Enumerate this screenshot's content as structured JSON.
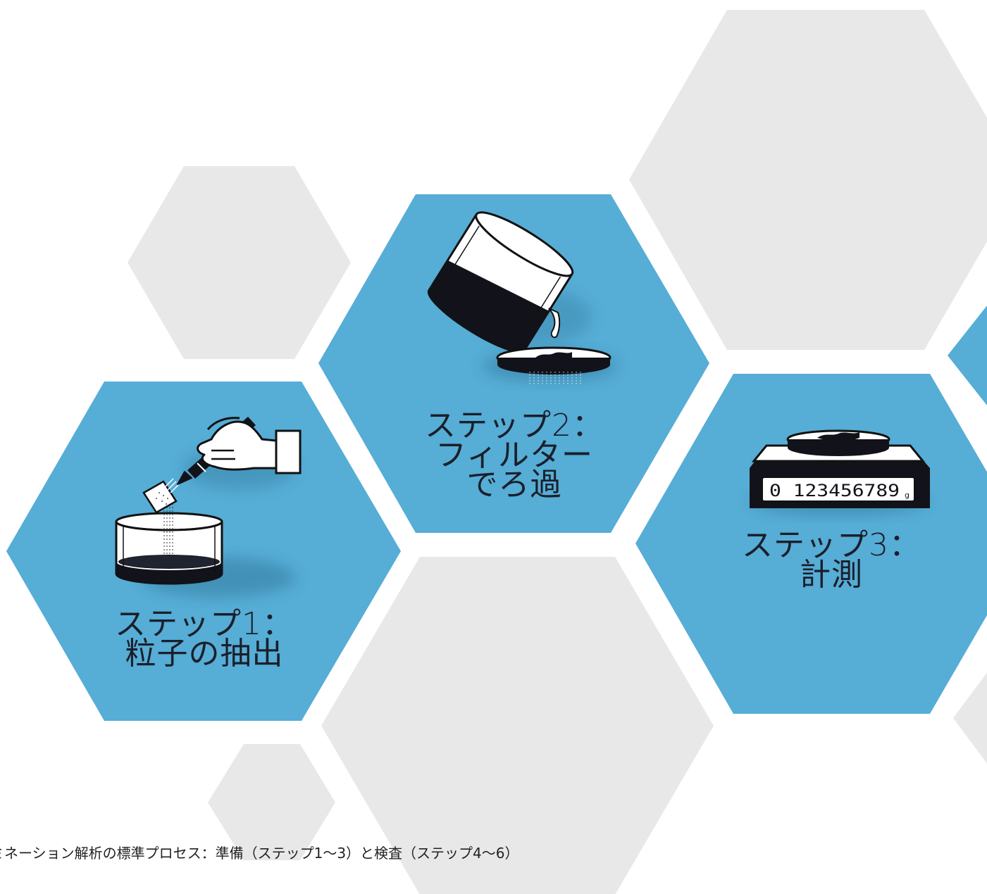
{
  "colors": {
    "active_hex": "#56add6",
    "inactive_hex": "#e8e8e8",
    "ink": "#1a1f2a"
  },
  "steps": [
    {
      "line1": "ステップ1：",
      "line2": "粒子の抽出",
      "icon": "beaker-pipette-icon"
    },
    {
      "line1": "ステップ2：",
      "line2": "フィルター",
      "line3": "でろ過",
      "icon": "pour-filter-icon"
    },
    {
      "line1": "ステップ3：",
      "line2": "計測",
      "icon": "scale-icon",
      "display_value": "0 123456789",
      "display_unit": "g"
    }
  ],
  "caption": "ミネーション解析の標準プロセス：準備（ステップ1〜3）と検査（ステップ4〜6）"
}
